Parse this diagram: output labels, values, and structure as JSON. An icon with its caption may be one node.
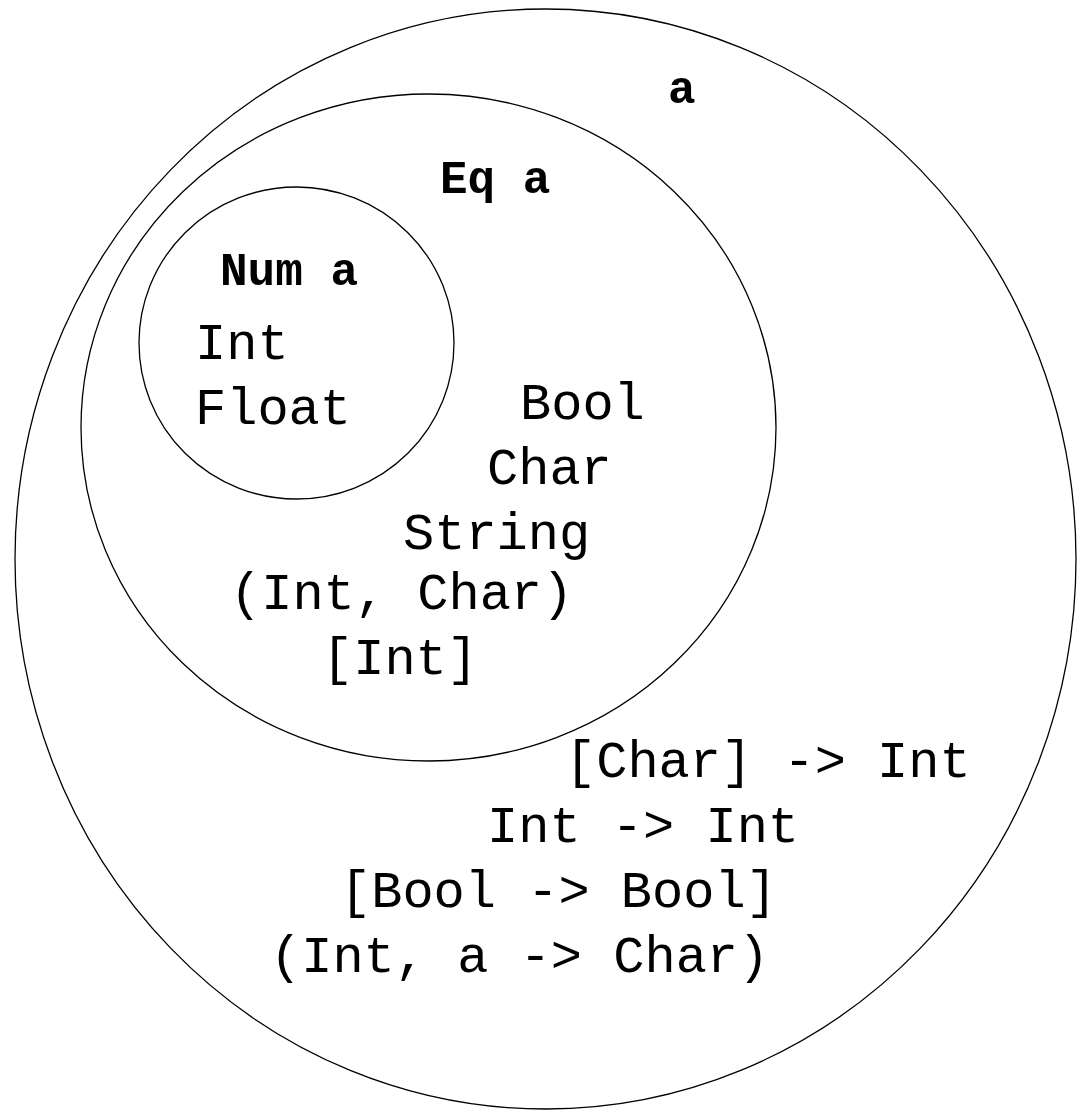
{
  "diagram": {
    "nodes": [
      {
        "text": [
          "a",
          "[Char] -> Int",
          "Int -> Int",
          "[Bool -> Bool]",
          "(Int, a -> Char)"
        ]
      },
      {
        "text": [
          "Eq a",
          "Bool",
          "Char",
          "String",
          "(Int, Char)",
          "[Int]"
        ],
        "in": 0
      },
      {
        "text": [
          "Num a",
          "Int",
          "Float"
        ],
        "in": 1
      }
    ]
  }
}
